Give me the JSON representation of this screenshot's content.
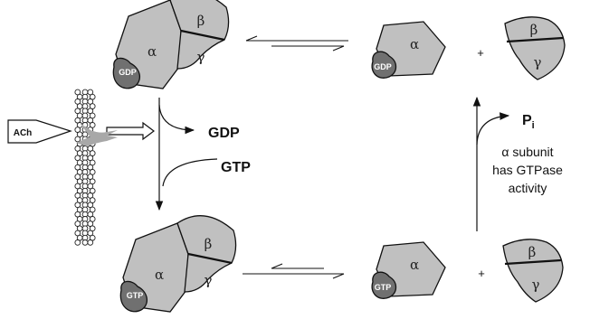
{
  "labels": {
    "alpha": "α",
    "beta": "β",
    "gamma": "γ",
    "gdp_bound": "GDP",
    "gtp_bound": "GTP",
    "plus": "+",
    "ach": "ACh",
    "gdp_released": "GDP",
    "gtp_entering": "GTP",
    "pi_main": "P",
    "pi_sub": "i",
    "alpha_note_line1": "α subunit",
    "alpha_note_line2": "has GTPase",
    "alpha_note_line3": "activity"
  },
  "colors": {
    "subunit_fill": "#c0c0c0",
    "nucleotide_fill": "#707070",
    "outline": "#111111"
  }
}
